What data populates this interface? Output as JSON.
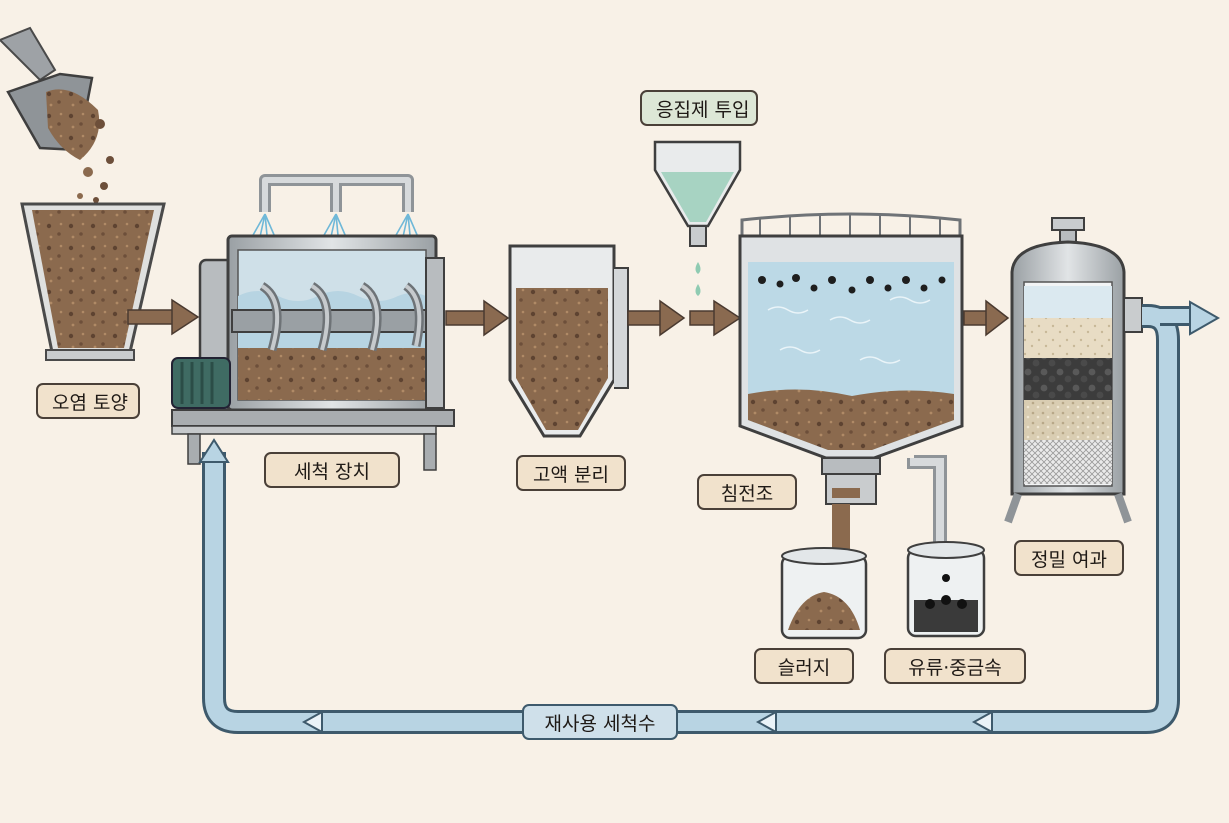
{
  "labels": {
    "soil": "오염 토양",
    "washer": "세척 장치",
    "separation": "고액 분리",
    "coagulant": "응집제 투입",
    "sedimentation": "침전조",
    "sludge": "슬러지",
    "oil_metal": "유류·중금속",
    "filtration": "정밀 여과",
    "reuse": "재사용 세척수"
  },
  "colors": {
    "background": "#f8f1e7",
    "soil": "#8b6a4e",
    "flow_arrow": "#8a6a50",
    "pipe": "#b8d4e3",
    "water": "#bcd9e6",
    "steel": "#c9ccce"
  }
}
